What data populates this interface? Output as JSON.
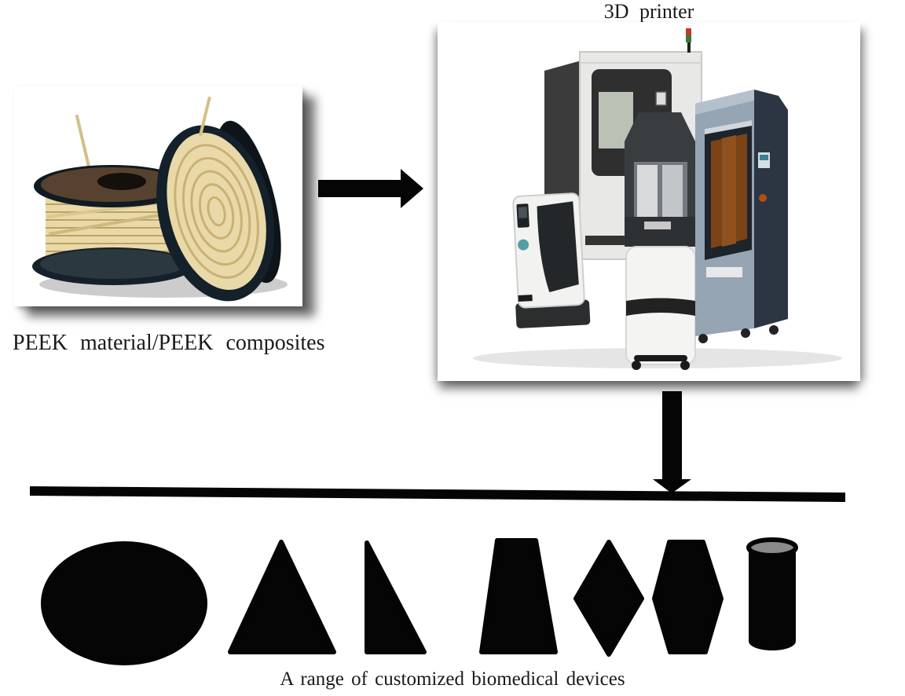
{
  "figure": {
    "background_color": "#ffffff",
    "labels": {
      "printer_title": "3D printer",
      "material_caption": "PEEK material/PEEK composites",
      "devices_caption": "A range of customized biomedical devices"
    },
    "flow": {
      "nodes": [
        {
          "id": "peek-material",
          "label": "PEEK material/PEEK composites",
          "kind": "photo",
          "depicts": "two spools of beige PEEK filament with dark flanges"
        },
        {
          "id": "3d-printer",
          "label": "3D printer",
          "kind": "photo",
          "depicts": "group of four industrial FDM 3D printers, one with red-green stack light, one blue-grey with orange build chamber"
        },
        {
          "id": "biomedical-devices",
          "label": "A range of customized biomedical devices",
          "kind": "shape-row"
        }
      ],
      "edges": [
        {
          "from": "peek-material",
          "to": "3d-printer",
          "style": "solid-block-arrow",
          "direction": "right"
        },
        {
          "from": "3d-printer",
          "to": "biomedical-devices",
          "style": "solid-block-arrow",
          "direction": "down"
        }
      ],
      "divider": {
        "style": "thick-black-line",
        "slightly_slanted": true
      }
    },
    "device_shapes": [
      "ellipse",
      "triangle",
      "right-triangle",
      "trapezoid",
      "diamond",
      "hexagon",
      "cylinder"
    ],
    "colors": {
      "shape_fill": "#050505",
      "arrow_fill": "#050505",
      "line_fill": "#050505",
      "filament": "#ead9a8",
      "filament_shade": "#c9b176",
      "spool_flange": "#14202a",
      "spool_hub": "#56422e",
      "printer_light_grey": "#e8e8e6",
      "printer_dark_grey": "#3b3b3b",
      "printer_blue_grey": "#96a5b4",
      "printer_side_navy": "#2c3642",
      "chamber_orange": "#7a4418",
      "screen_green_grey": "#b9c2b4",
      "stack_light_red": "#c03a2a",
      "stack_light_green": "#3a7a3a",
      "cylinder_top_grey": "#8a8a8a",
      "text": "#1a1a1a"
    }
  }
}
